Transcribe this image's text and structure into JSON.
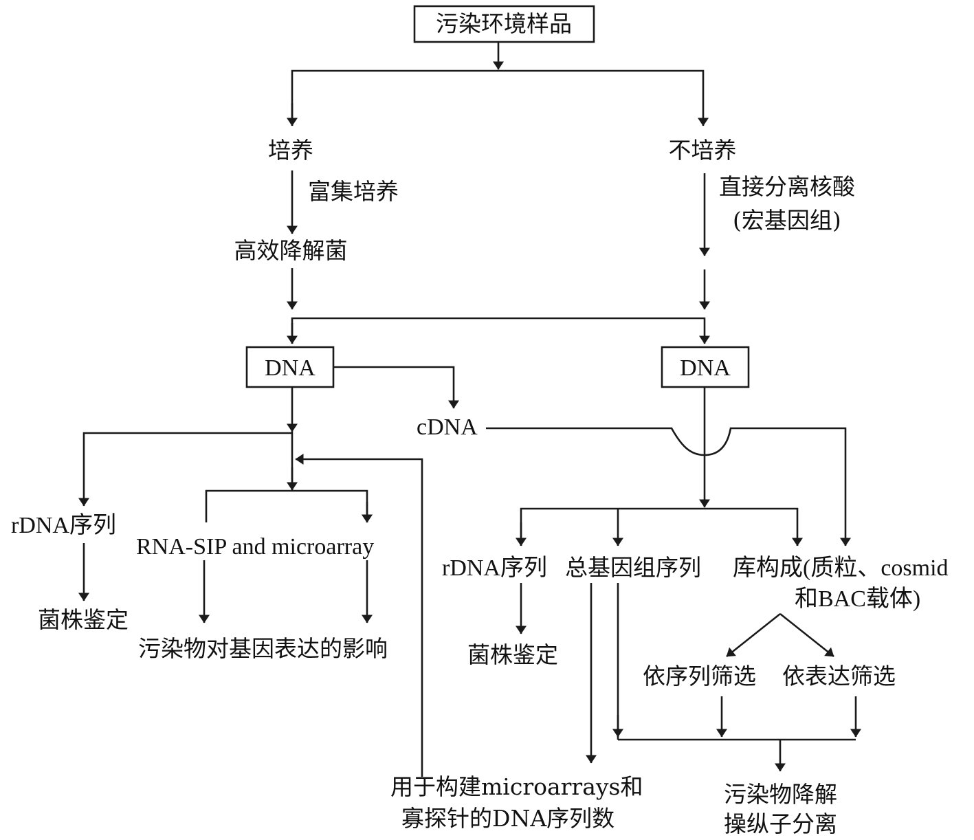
{
  "nodes": {
    "root": "污染环境样品",
    "culture": "培养",
    "no_culture": "不培养",
    "enrichment": "富集培养",
    "direct_isolation": "直接分离核酸",
    "metagenome": "(宏基因组)",
    "efficient_degrader": "高效降解菌",
    "dna_left": "DNA",
    "dna_right": "DNA",
    "cdna": "cDNA",
    "rdna_left": "rDNA序列",
    "rna_sip": "RNA-SIP and  microarray",
    "strain_id_left": "菌株鉴定",
    "pollutant_effect": "污染物对基因表达的影响",
    "rdna_right": "rDNA序列",
    "total_genome": "总基因组序列",
    "library": "库构成(质粒、cosmid",
    "library_2": "和BAC载体)",
    "strain_id_right": "菌株鉴定",
    "seq_screen": "依序列筛选",
    "expr_screen": "依表达筛选",
    "microarray_use_1": "用于构建microarrays和",
    "microarray_use_2": "寡探针的DNA序列数",
    "operon_1": "污染物降解",
    "operon_2": "操纵子分离"
  }
}
